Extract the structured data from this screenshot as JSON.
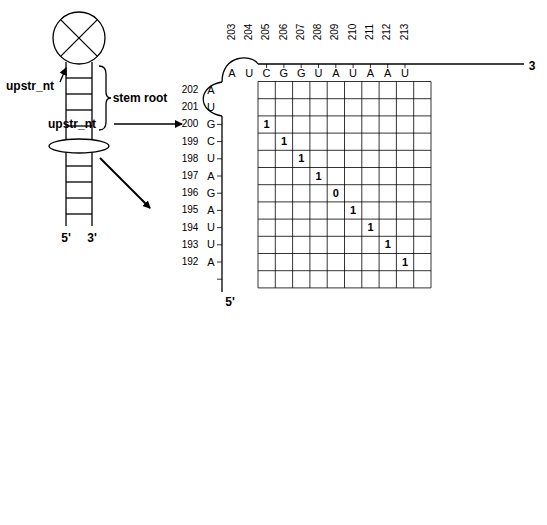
{
  "diagram": {
    "labels": [
      "upstr_nt",
      "stem root",
      "5'",
      "3'",
      "upstr_nt",
      "203",
      "204",
      "205",
      "206",
      "207",
      "208",
      "209",
      "210",
      "211",
      "212",
      "213",
      "A",
      "U",
      "C",
      "G",
      "G",
      "U",
      "A",
      "U",
      "A",
      "A",
      "U",
      "3",
      "202",
      "201",
      "200",
      "199",
      "198",
      "197",
      "196",
      "195",
      "194",
      "193",
      "192",
      "A",
      "U",
      "G",
      "C",
      "U",
      "A",
      "G",
      "A",
      "U",
      "U",
      "A",
      "1",
      "1",
      "1",
      "1",
      "0",
      "1",
      "1",
      "1",
      "1",
      "5'"
    ]
  }
}
